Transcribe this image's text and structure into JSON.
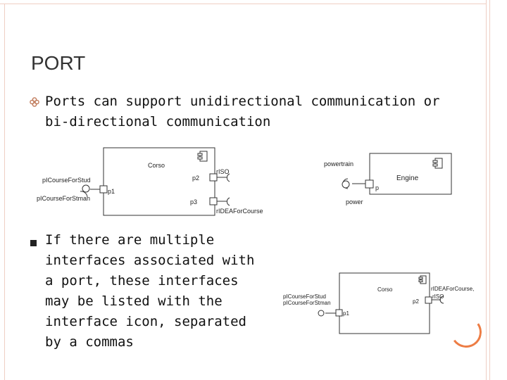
{
  "slide": {
    "title": "PORT",
    "bullets": [
      "Ports can support unidirectional communication or bi-directional communication",
      "If there are multiple interfaces associated with a port, these interfaces may be listed with the interface icon, separated by a commas"
    ]
  },
  "diagram1": {
    "component": "Corso",
    "ports": [
      "p1",
      "p2",
      "p3"
    ],
    "interfaces": [
      "pICourseForStud",
      "pICourseForStman",
      "rISO",
      "rIDEAForCourse"
    ]
  },
  "diagram2": {
    "component": "Engine",
    "port": "p",
    "labels": [
      "powertrain",
      "power"
    ]
  },
  "diagram3": {
    "component": "Corso",
    "ports": [
      "p1",
      "p2"
    ],
    "interfaces": [
      "pICourseForStud",
      "pICourseForStman",
      "rIDEAForCourse,",
      "rISO"
    ]
  },
  "theme": {
    "frame": "#efcfc4",
    "accent": "#ed7d45"
  }
}
